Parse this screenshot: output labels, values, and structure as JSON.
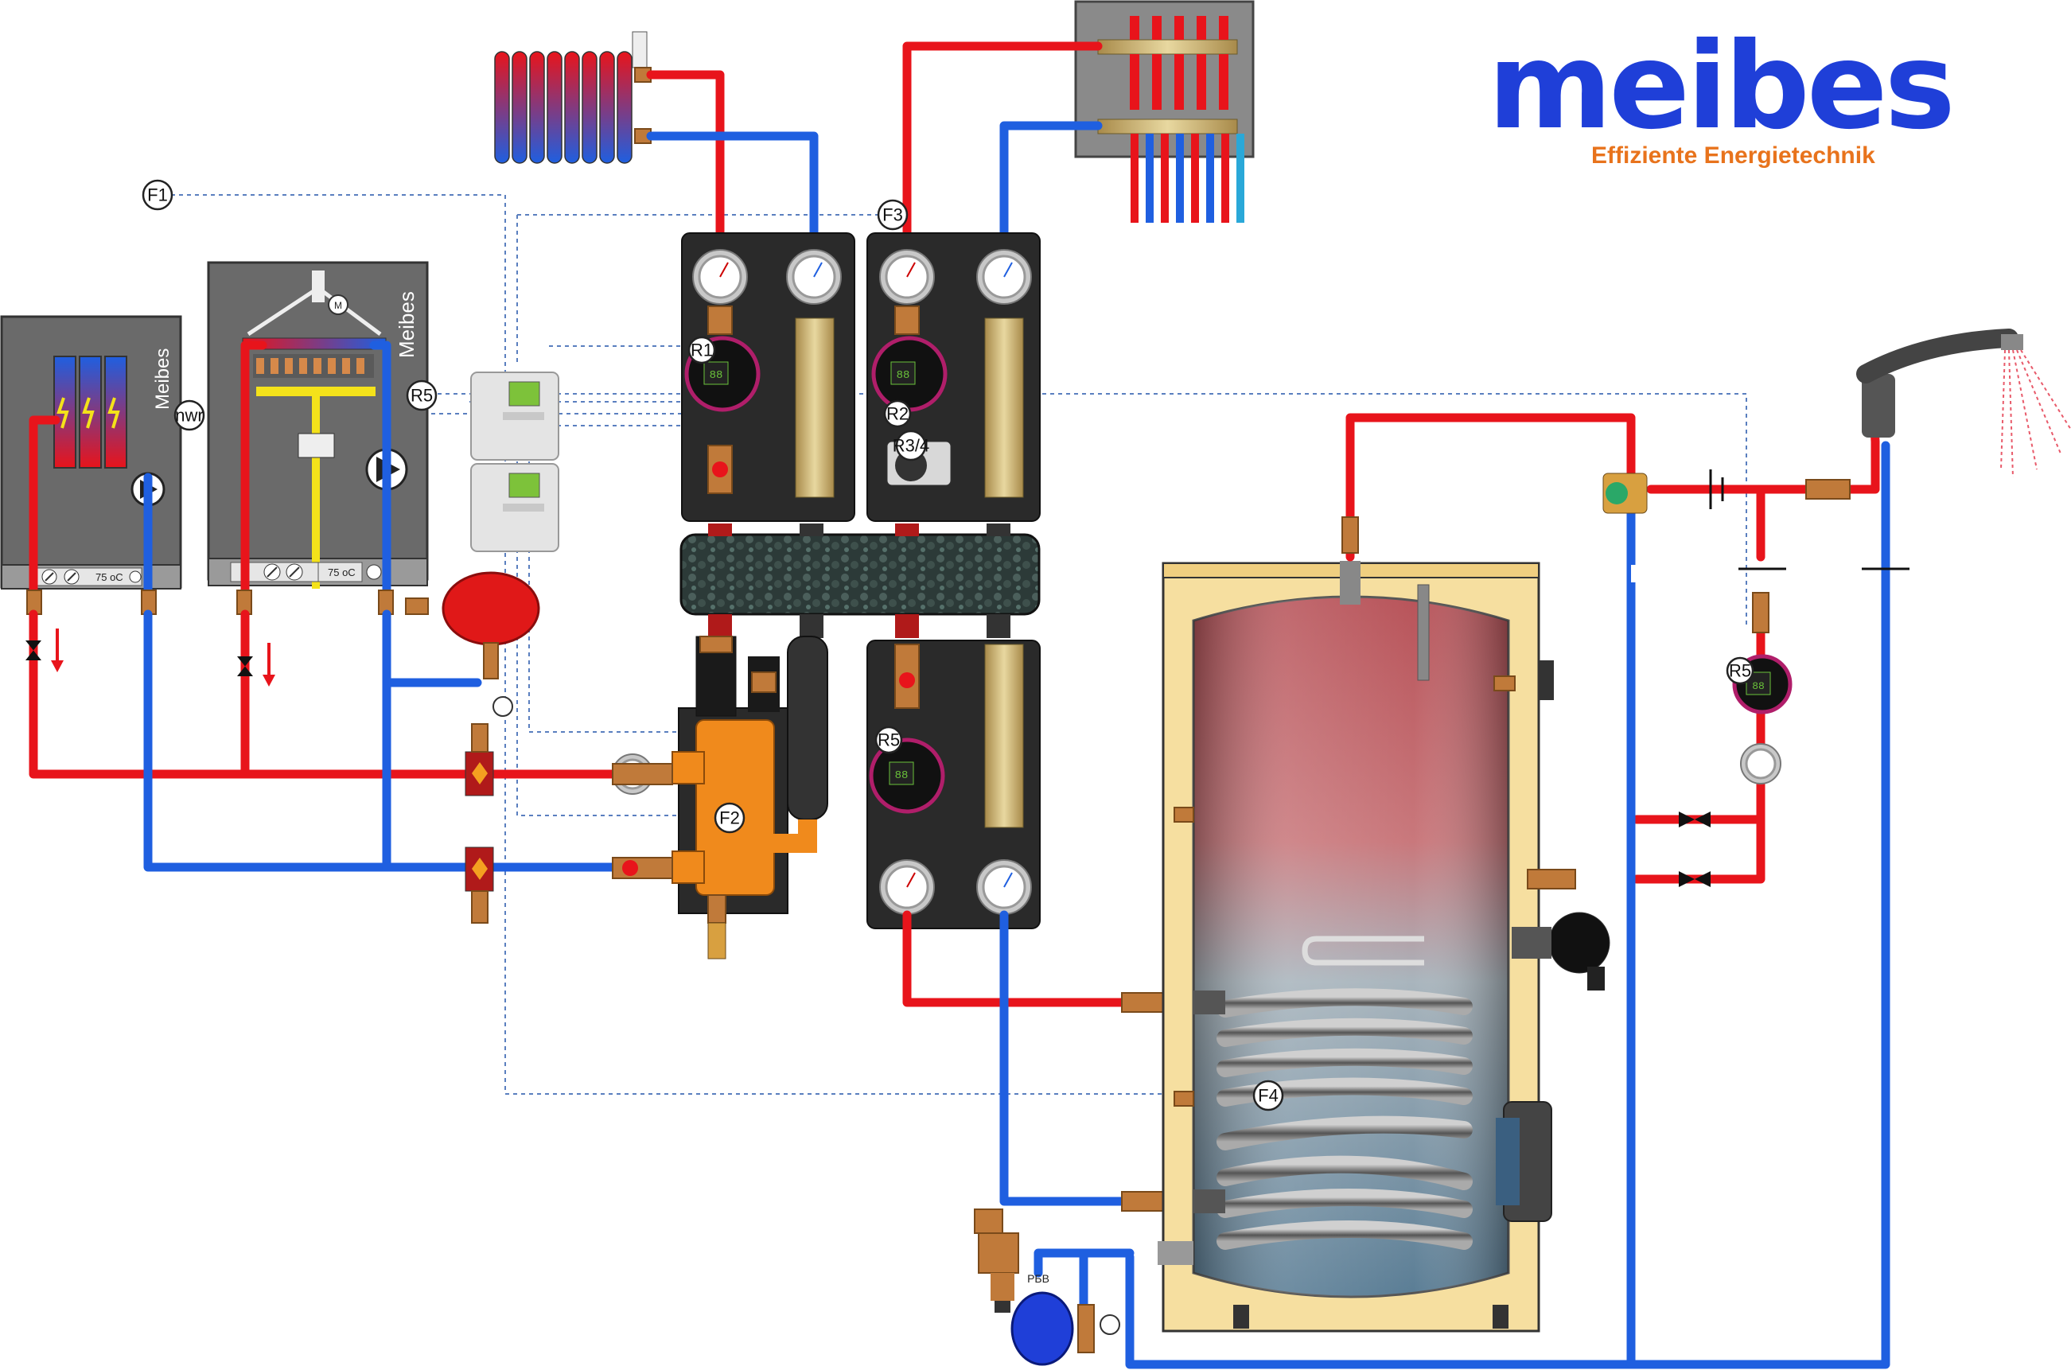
{
  "logo": {
    "brand": "meibes",
    "tagline": "Effiziente Energietechnik",
    "brand_color": "#1f3fd8",
    "tagline_color": "#e8731c"
  },
  "electric_boiler": {
    "label": "Meibes",
    "display": "75 oC"
  },
  "gas_boiler": {
    "label": "Meibes",
    "display": "75 oC",
    "motor_label": "M"
  },
  "labels": {
    "f1": "F1",
    "f2": "F2",
    "f3": "F3",
    "f4": "F4",
    "r1": "R1",
    "r2": "R2",
    "r3_4": "R3/4",
    "r5_controller": "R5",
    "r5_module": "R5",
    "r5_recirc": "R5",
    "nwr": "nwr",
    "rbv": "PБB"
  },
  "pump_display": "88",
  "colors": {
    "supply": "#e8141b",
    "return": "#1f5fe0",
    "gas": "#f4e21a",
    "brass": "#c07a3a",
    "module": "#2a2a2a",
    "hydraulic_separator": "#f08a1c"
  }
}
